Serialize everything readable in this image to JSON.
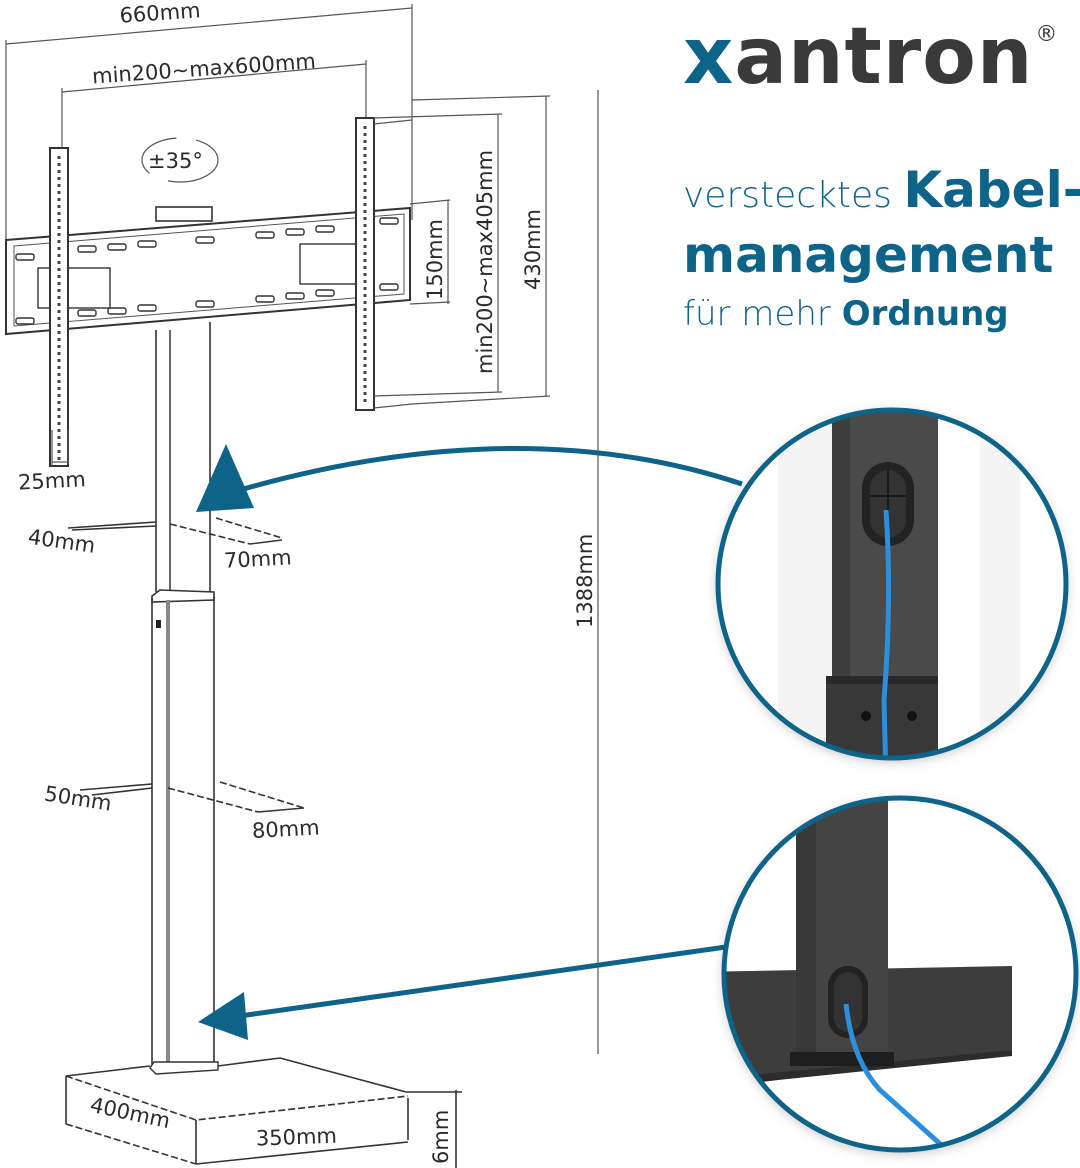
{
  "brand": {
    "name_accent": "x",
    "name_rest": "antron",
    "registered_mark": "®",
    "colors": {
      "accent": "#0e6389",
      "text_dark": "#3a3a3a"
    }
  },
  "headline": {
    "line1_light": "verstecktes",
    "line1_bold": "Kabel-",
    "line2_bold": "management",
    "line3_light": "für mehr",
    "line3_bold": "Ordnung"
  },
  "dimensions": {
    "overall_width": "660mm",
    "vesa_horizontal": "min200~max600mm",
    "tilt": "±35°",
    "bracket_height": "150mm",
    "vesa_vertical": "min200~max405mm",
    "arm_height": "430mm",
    "wall_distance": "25mm",
    "upper_pole_depth": "40mm",
    "upper_pole_width": "70mm",
    "total_height": "1388mm",
    "lower_pole_depth": "50mm",
    "lower_pole_width": "80mm",
    "base_depth": "400mm",
    "base_width": "350mm",
    "base_thickness": "6mm"
  },
  "callouts": [
    {
      "label": "cable-entry-upper",
      "target": "upper pole cable opening"
    },
    {
      "label": "cable-entry-lower",
      "target": "base cable opening"
    }
  ]
}
